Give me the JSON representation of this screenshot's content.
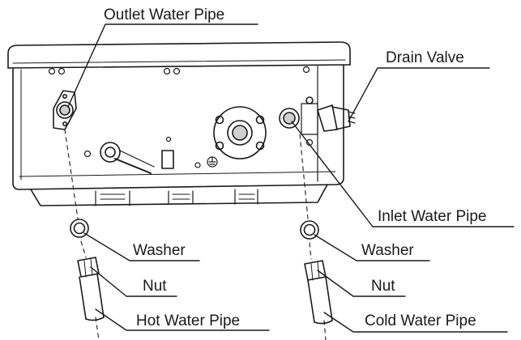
{
  "labels": {
    "outlet_water_pipe": "Outlet Water Pipe",
    "drain_valve": "Drain Valve",
    "inlet_water_pipe": "Inlet Water Pipe",
    "washer_left": "Washer",
    "washer_right": "Washer",
    "nut_left": "Nut",
    "nut_right": "Nut",
    "hot_water_pipe": "Hot Water Pipe",
    "cold_water_pipe": "Cold Water Pipe"
  },
  "colors": {
    "line": "#1a1a1a",
    "body_fill": "#ffffff",
    "shade": "#cfcfcf"
  }
}
